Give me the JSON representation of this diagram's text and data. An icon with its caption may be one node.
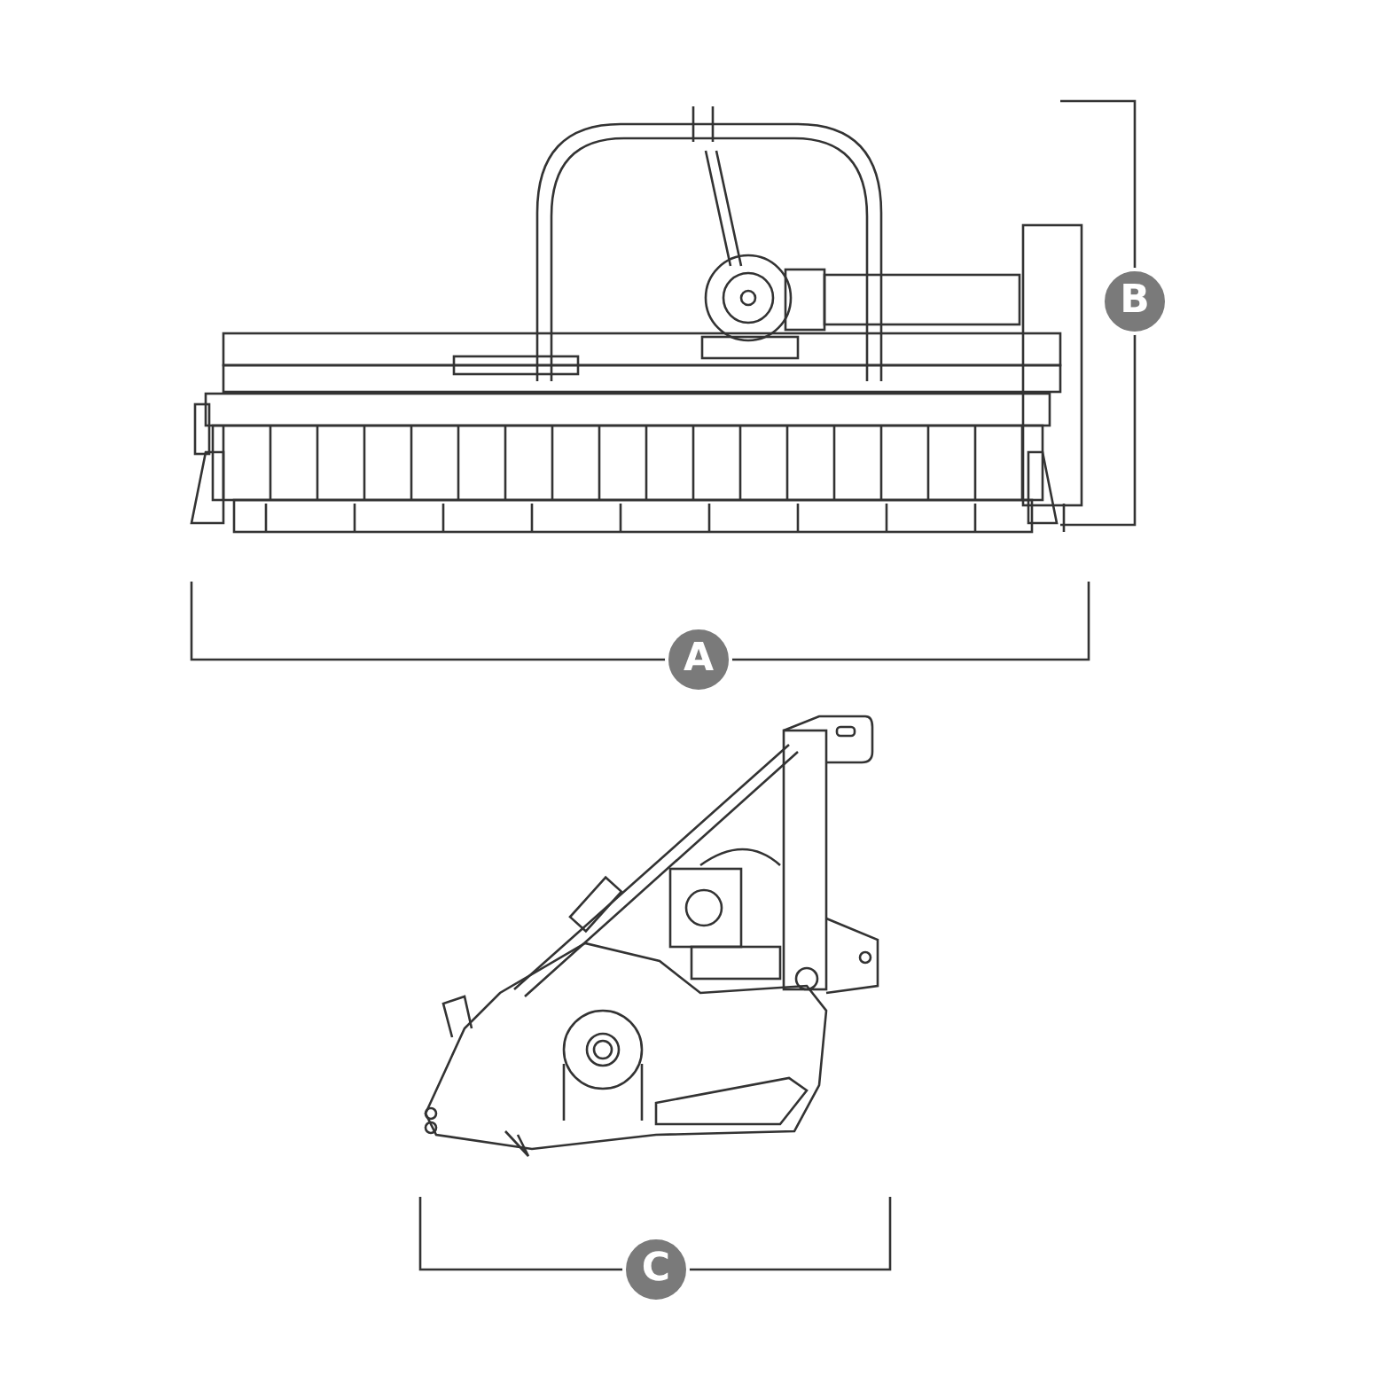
{
  "diagram": {
    "labels": [
      "B",
      "A",
      "C"
    ]
  }
}
